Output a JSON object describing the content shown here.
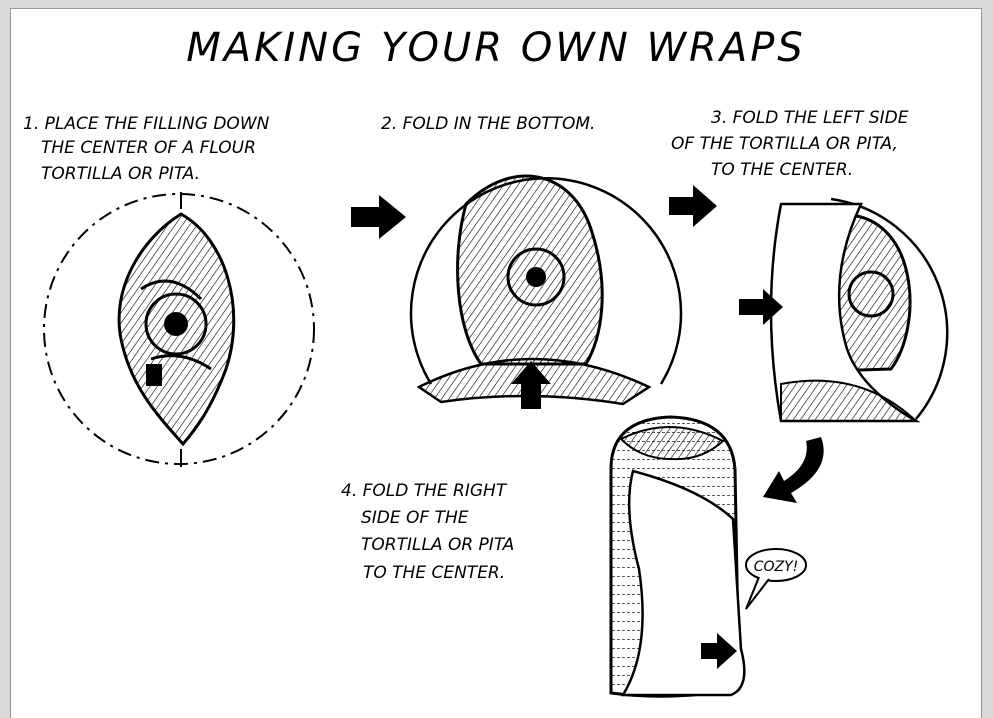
{
  "title": "MAKING YOUR OWN WRAPS",
  "steps": [
    {
      "lines": [
        "1. PLACE THE FILLING DOWN",
        "THE CENTER OF A FLOUR",
        "TORTILLA OR PITA."
      ]
    },
    {
      "lines": [
        "2. FOLD IN THE BOTTOM."
      ]
    },
    {
      "lines": [
        "3. FOLD THE LEFT SIDE",
        "OF THE TORTILLA OR PITA,",
        "TO THE CENTER."
      ]
    },
    {
      "lines": [
        "4. FOLD THE RIGHT",
        "SIDE OF THE",
        "TORTILLA OR PITA",
        "TO THE CENTER."
      ]
    }
  ],
  "speech_bubble": "COZY!",
  "colors": {
    "ink": "#000000",
    "paper": "#ffffff",
    "frame": "#d9d9d9"
  }
}
